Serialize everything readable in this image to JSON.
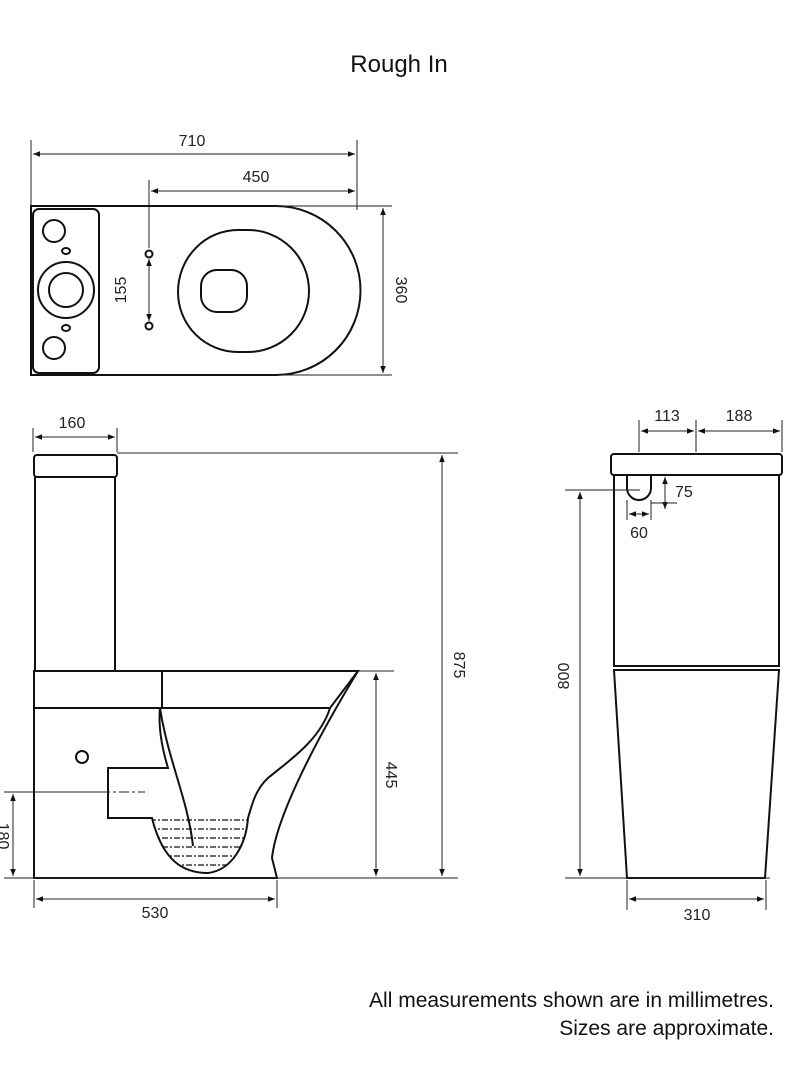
{
  "title": "Rough In",
  "notes": {
    "line1": "All measurements shown are in millimetres.",
    "line2": "Sizes are approximate."
  },
  "dimensions": {
    "top_overall_length": "710",
    "top_pan_to_wall": "450",
    "top_fixing_spacing": "155",
    "top_width": "360",
    "side_cistern_depth": "160",
    "side_total_height": "875",
    "side_seat_height": "445",
    "side_outlet_height": "180",
    "side_base_length": "530",
    "front_offset_left": "113",
    "front_offset_right": "188",
    "front_inlet_height": "75",
    "front_inlet_width": "60",
    "front_inlet_from_floor": "800",
    "front_base_width": "310"
  }
}
